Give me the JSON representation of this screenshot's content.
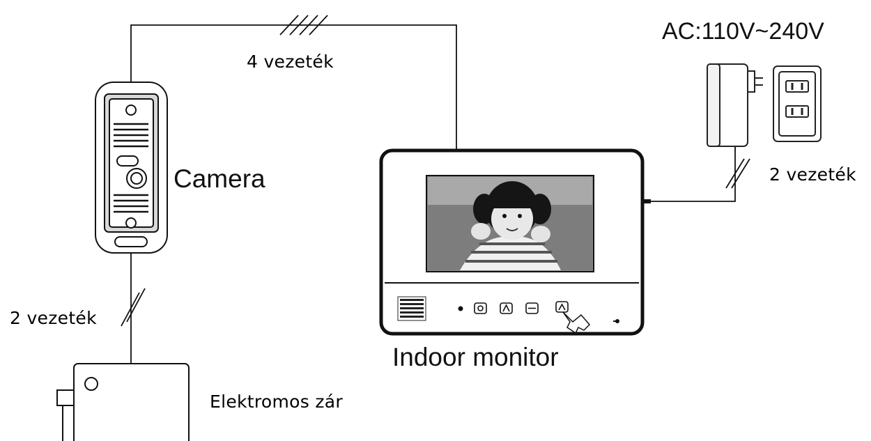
{
  "diagram": {
    "labels": {
      "wires_top": "4 vezeték",
      "wires_power": "2 vezeték",
      "wires_lock": "2 vezeték",
      "camera": "Camera",
      "monitor": "Indoor monitor",
      "power": "AC:110V~240V",
      "lock": "Elektromos zár"
    },
    "colors": {
      "line": "#111111",
      "screen": "#8a8a8a"
    },
    "icons": [
      "camera-unit-icon",
      "indoor-monitor-icon",
      "power-adapter-icon",
      "wall-socket-icon",
      "electric-lock-icon",
      "child-photo"
    ]
  }
}
